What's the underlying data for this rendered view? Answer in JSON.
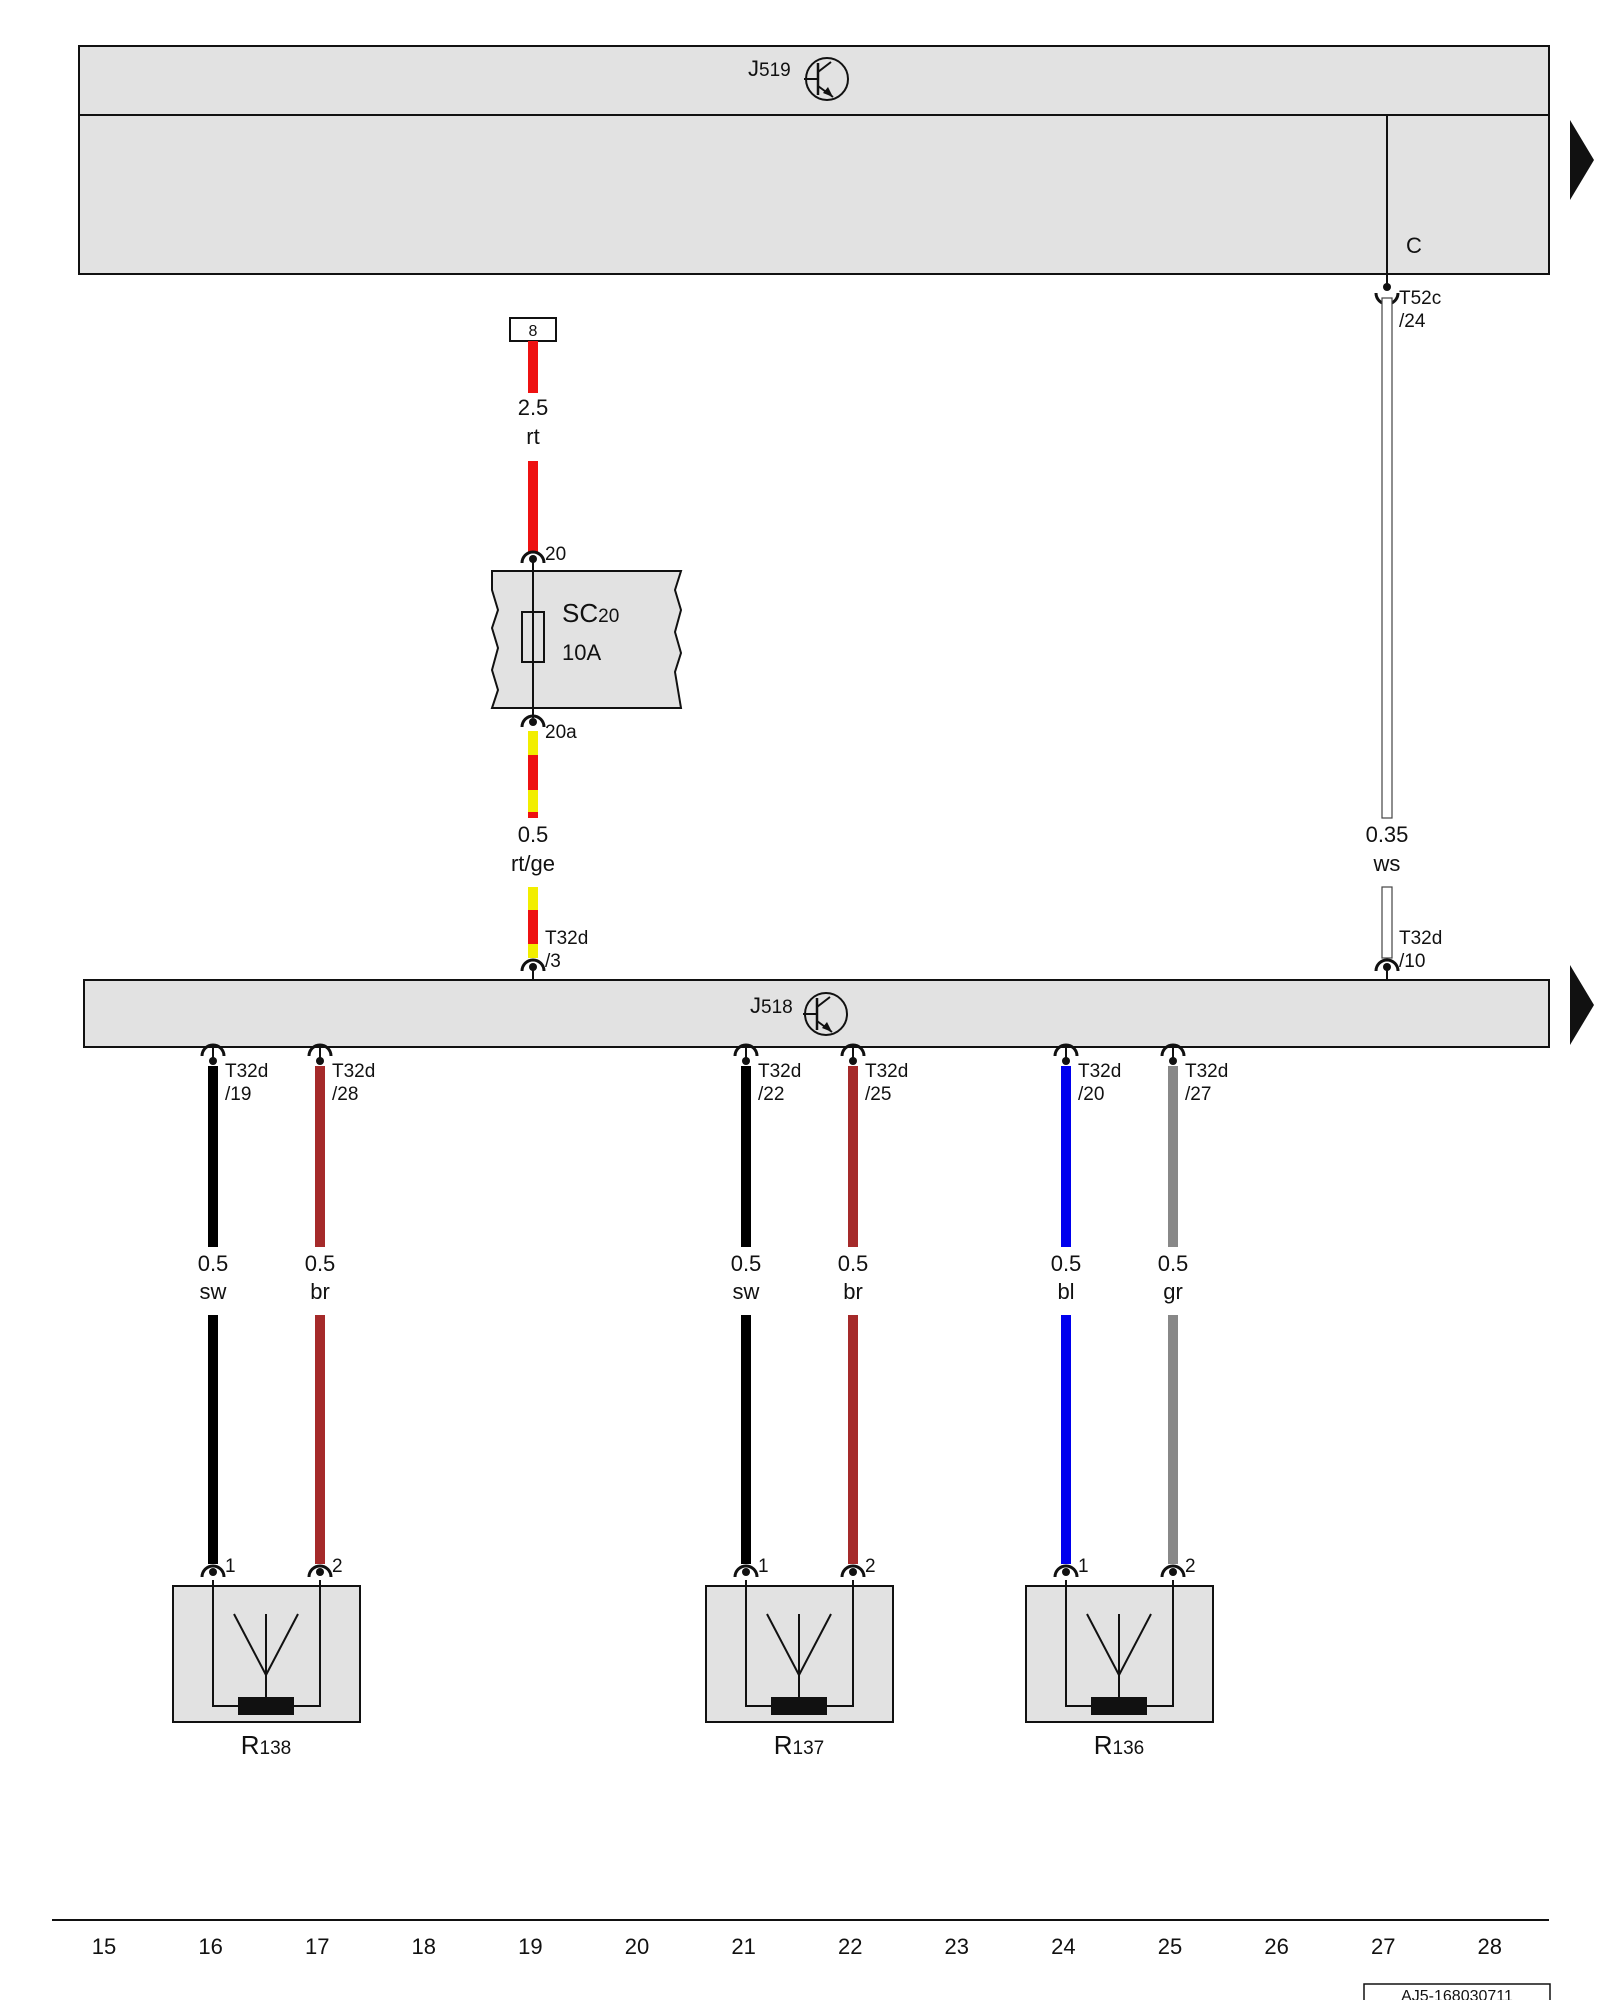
{
  "modules": {
    "j519": {
      "label_main": "J",
      "label_sub": "519"
    },
    "j518": {
      "label_main": "J",
      "label_sub": "518"
    }
  },
  "fuse": {
    "label_main": "SC",
    "label_sub": "20",
    "rating": "10A",
    "pin_in": "20",
    "pin_out": "20a",
    "feed_terminal": "8"
  },
  "c_label": "C",
  "connectors": {
    "t52c": {
      "name": "T52c",
      "pin": "/24"
    },
    "t32d_3": {
      "name": "T32d",
      "pin": "/3"
    },
    "t32d_10": {
      "name": "T32d",
      "pin": "/10"
    },
    "t32d_19": {
      "name": "T32d",
      "pin": "/19"
    },
    "t32d_28": {
      "name": "T32d",
      "pin": "/28"
    },
    "t32d_22": {
      "name": "T32d",
      "pin": "/22"
    },
    "t32d_25": {
      "name": "T32d",
      "pin": "/25"
    },
    "t32d_20": {
      "name": "T32d",
      "pin": "/20"
    },
    "t32d_27": {
      "name": "T32d",
      "pin": "/27"
    }
  },
  "wires": {
    "w_rt": {
      "size": "2.5",
      "color_code": "rt",
      "color": "#ee1111"
    },
    "w_rtge": {
      "size": "0.5",
      "color_code": "rt/ge",
      "color": "#ee1111",
      "stripe": "#f2ee00"
    },
    "w_ws": {
      "size": "0.35",
      "color_code": "ws",
      "color": "#ffffff"
    },
    "w16": {
      "size": "0.5",
      "color_code": "sw",
      "color": "#000000"
    },
    "w17": {
      "size": "0.5",
      "color_code": "br",
      "color": "#a52a2a"
    },
    "w21": {
      "size": "0.5",
      "color_code": "sw",
      "color": "#000000"
    },
    "w22": {
      "size": "0.5",
      "color_code": "br",
      "color": "#a52a2a"
    },
    "w24": {
      "size": "0.5",
      "color_code": "bl",
      "color": "#0000ee"
    },
    "w25": {
      "size": "0.5",
      "color_code": "gr",
      "color": "#888888"
    }
  },
  "antennas": {
    "r138": {
      "label_main": "R",
      "label_sub": "138",
      "pin1": "1",
      "pin2": "2"
    },
    "r137": {
      "label_main": "R",
      "label_sub": "137",
      "pin1": "1",
      "pin2": "2"
    },
    "r136": {
      "label_main": "R",
      "label_sub": "136",
      "pin1": "1",
      "pin2": "2"
    }
  },
  "grid_numbers": [
    "15",
    "16",
    "17",
    "18",
    "19",
    "20",
    "21",
    "22",
    "23",
    "24",
    "25",
    "26",
    "27",
    "28"
  ],
  "doc_id": "AJ5-168030711",
  "colors": {
    "module_fill": "#e2e2e2",
    "line": "#111111"
  }
}
